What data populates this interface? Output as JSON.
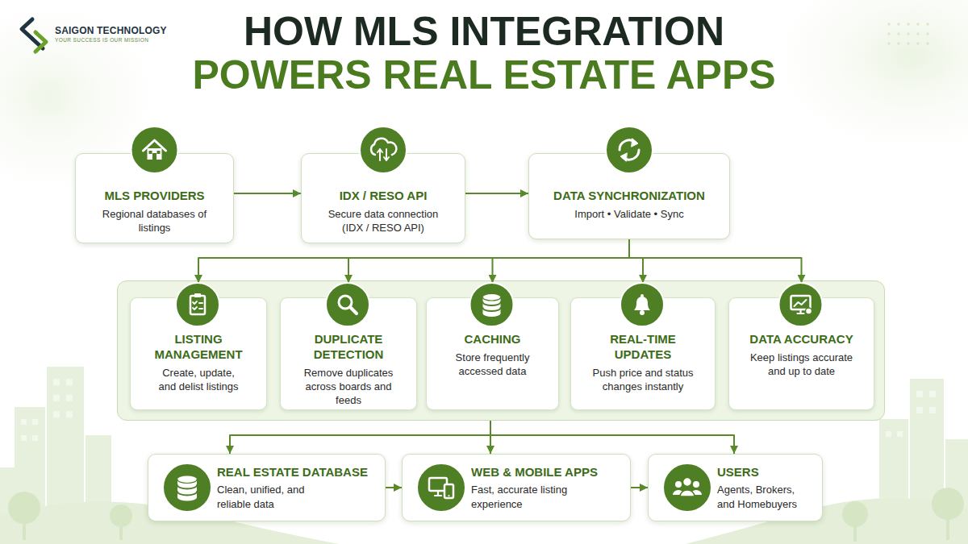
{
  "diagram": {
    "title": "HOW MLS INTEGRATION POWERS REAL ESTATE APPS",
    "nodes": [
      {
        "text": [
          "MLS PROVIDERS",
          "Regional databases of listings"
        ]
      },
      {
        "text": [
          "IDX / RESO API",
          "Secure data connection (IDX / RESO API)"
        ]
      },
      {
        "text": [
          "DATA SYNCHRONIZATION",
          "Import • Validate • Sync"
        ]
      },
      {
        "text": []
      },
      {
        "text": [
          "LISTING MANAGEMENT",
          "Create, update, and delist listings"
        ],
        "in": 3
      },
      {
        "text": [
          "DUPLICATE DETECTION",
          "Remove duplicates across boards and feeds"
        ],
        "in": 3
      },
      {
        "text": [
          "CACHING",
          "Store frequently accessed data"
        ],
        "in": 3
      },
      {
        "text": [
          "REAL-TIME UPDATES",
          "Push price and status changes instantly"
        ],
        "in": 3
      },
      {
        "text": [
          "DATA ACCURACY",
          "Keep listings accurate and up to date"
        ],
        "in": 3
      },
      {
        "text": [
          "REAL ESTATE DATABASE",
          "Clean, unified, and reliable data"
        ]
      },
      {
        "text": [
          "WEB & MOBILE APPS",
          "Fast, accurate listing experience"
        ]
      },
      {
        "text": [
          "USERS",
          "Agents, Brokers, and Homebuyers"
        ]
      }
    ],
    "edges": [
      {
        "from": 0,
        "to": 1,
        "arrow": "to"
      },
      {
        "from": 1,
        "to": 2,
        "arrow": "to"
      },
      {
        "from": 2,
        "to": 4,
        "arrow": "to"
      },
      {
        "from": 2,
        "to": 5,
        "arrow": "to"
      },
      {
        "from": 2,
        "to": 6,
        "arrow": "to"
      },
      {
        "from": 2,
        "to": 7,
        "arrow": "to"
      },
      {
        "from": 2,
        "to": 8,
        "arrow": "to"
      },
      {
        "from": 3,
        "to": 9,
        "arrow": "to"
      },
      {
        "from": 3,
        "to": 10,
        "arrow": "to"
      },
      {
        "from": 3,
        "to": 11,
        "arrow": "to"
      },
      {
        "from": 9,
        "to": 10,
        "arrow": "to"
      },
      {
        "from": 10,
        "to": 11,
        "arrow": "to"
      }
    ],
    "labels": [
      "SAIGON TECHNOLOGY",
      "YOUR SUCCESS IS OUR MISSION"
    ]
  }
}
